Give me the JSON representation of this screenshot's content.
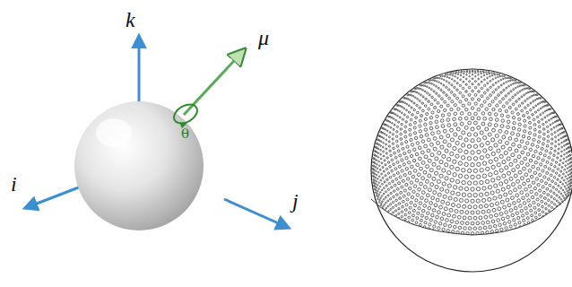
{
  "diagram": {
    "labels": [
      "k",
      "μ",
      "θ",
      "i",
      "j"
    ]
  }
}
